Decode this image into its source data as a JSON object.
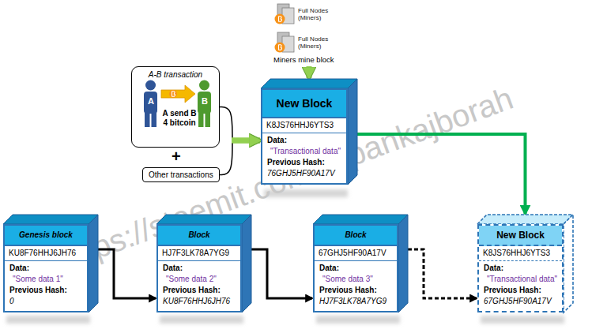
{
  "diagram": {
    "nodes": [
      {
        "text": [
          "Full Nodes (Miners)"
        ]
      },
      {
        "text": [
          "Full Nodes (Miners)",
          "Miners mine block"
        ]
      },
      {
        "text": [
          "A-B transaction",
          "A send B 4 bitcoin"
        ]
      },
      {
        "text": [
          "Other transactions"
        ]
      },
      {
        "text": [
          "New Block",
          "K8JS76HHJ6YTS3",
          "Data:",
          "\"Transactional data\"",
          "Previous Hash:",
          "76GHJ5HF90A17V"
        ]
      },
      {
        "text": [
          "Genesis block",
          "KU8F76HHJ6JH76",
          "Data:",
          "\"Some data 1\"",
          "Previous Hash:",
          "0"
        ]
      },
      {
        "text": [
          "Block",
          "HJ7F3LK78A7YG9",
          "Data:",
          "\"Some data 2\"",
          "Previous Hash:",
          "KU8F76HHJ6JH76"
        ]
      },
      {
        "text": [
          "Block",
          "67GHJ5HF90A17V",
          "Data:",
          "\"Some data 3\"",
          "Previous Hash:",
          "HJ7F3LK78A7YG9"
        ]
      },
      {
        "text": [
          "New Block",
          "K8JS76HHJ6YTS3",
          "Data:",
          "\"Transactional data\"",
          "Previous Hash:",
          "67GHJ5HF90A17V"
        ]
      }
    ],
    "edges": [
      {
        "from": 1,
        "to": 4,
        "arrow": "to"
      },
      {
        "from": 2,
        "to": 4,
        "arrow": "to"
      },
      {
        "from": 3,
        "to": 4,
        "arrow": "to"
      },
      {
        "from": 4,
        "to": 8,
        "arrow": "to"
      },
      {
        "from": 5,
        "to": 6,
        "arrow": "to"
      },
      {
        "from": 6,
        "to": 7,
        "arrow": "to"
      },
      {
        "from": 7,
        "to": 8,
        "arrow": "to"
      }
    ],
    "labels": [
      "A",
      "B",
      "+",
      "https://steemit.com/@pankajborah"
    ]
  }
}
